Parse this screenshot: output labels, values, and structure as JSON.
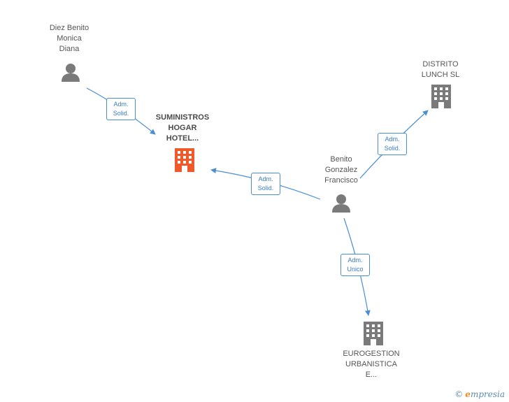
{
  "colors": {
    "edge": "#4a8fd6",
    "person_icon": "#7a7a7a",
    "company_icon": "#7a7a7a",
    "company_highlight": "#f05a2a"
  },
  "nodes": {
    "diez_benito": {
      "label": "Diez Benito\nMonica\nDiana",
      "icon": "person-icon"
    },
    "suministros": {
      "label": "SUMINISTROS\nHOGAR\nHOTEL...",
      "icon": "building-icon"
    },
    "distrito": {
      "label": "DISTRITO\nLUNCH SL",
      "icon": "building-icon"
    },
    "benito_gonzalez": {
      "label": "Benito\nGonzalez\nFrancisco",
      "icon": "person-icon"
    },
    "eurogestion": {
      "label": "EUROGESTION\nURBANISTICA\nE...",
      "icon": "building-icon"
    }
  },
  "edges": {
    "e1": {
      "label": "Adm.\nSolid."
    },
    "e2": {
      "label": "Adm.\nSolid."
    },
    "e3": {
      "label": "Adm.\nSolid."
    },
    "e4": {
      "label": "Adm.\nUnico"
    }
  },
  "brand": {
    "copyright": "©",
    "initial": "e",
    "name": "mpresia"
  }
}
